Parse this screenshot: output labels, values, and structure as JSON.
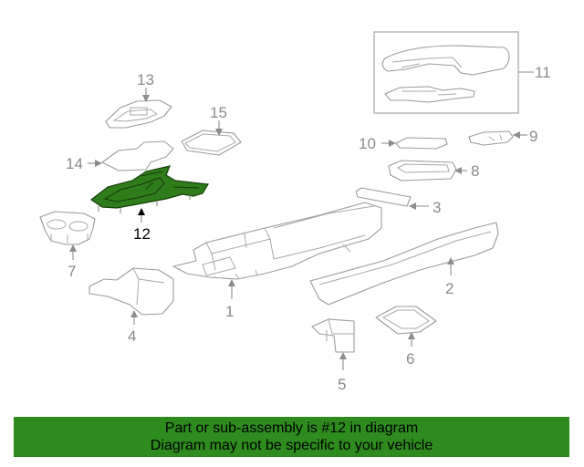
{
  "callouts": {
    "c1": "1",
    "c2": "2",
    "c3": "3",
    "c4": "4",
    "c5": "5",
    "c6": "6",
    "c7": "7",
    "c8": "8",
    "c9": "9",
    "c10": "10",
    "c11": "11",
    "c12": "12",
    "c13": "13",
    "c14": "14",
    "c15": "15"
  },
  "highlighted_part": "12",
  "colors": {
    "highlight": "#2e7d1a",
    "banner": "#2e8b1e",
    "line": "#9a9a9a"
  },
  "banner": {
    "line1": "Part or sub-assembly is #12 in diagram",
    "line2": "Diagram may not be specific to your vehicle"
  }
}
